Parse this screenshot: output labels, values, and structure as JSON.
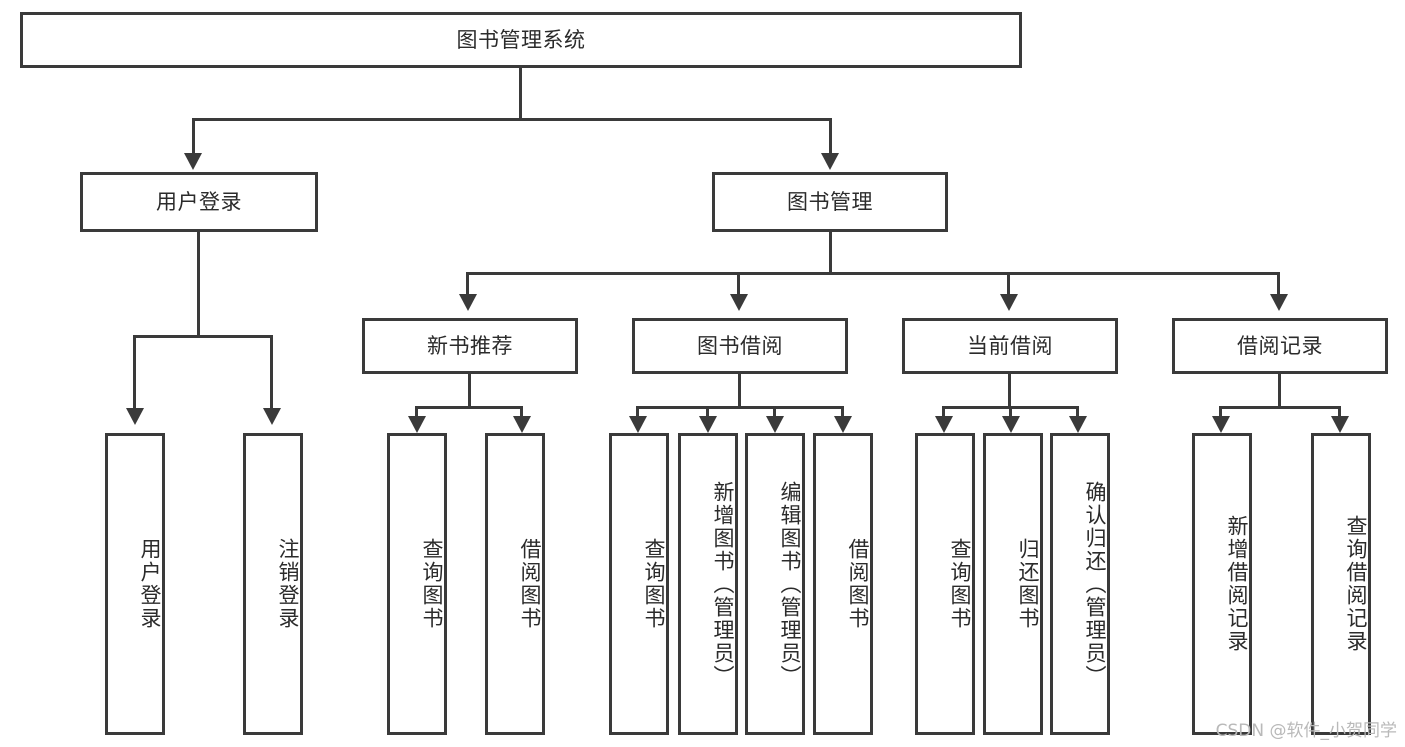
{
  "diagram": {
    "title": "图书管理系统",
    "watermark": "CSDN @软件_小贺同学",
    "type": "hierarchy-tree",
    "colors": {
      "stroke": "#3a3a3a",
      "fill": "#ffffff",
      "text": "#2b2b2b",
      "watermark": "#b9b9b9"
    },
    "root": {
      "label": "图书管理系统"
    },
    "level2": [
      {
        "label": "用户登录"
      },
      {
        "label": "图书管理"
      }
    ],
    "level3": [
      {
        "label": "新书推荐"
      },
      {
        "label": "图书借阅"
      },
      {
        "label": "当前借阅"
      },
      {
        "label": "借阅记录"
      }
    ],
    "leaves": {
      "user_login": [
        {
          "label": "用户登录"
        },
        {
          "label": "注销登录"
        }
      ],
      "new_book": [
        {
          "label": "查询图书"
        },
        {
          "label": "借阅图书"
        }
      ],
      "book_borrow": [
        {
          "label": "查询图书"
        },
        {
          "label": "新增图书（管理员）"
        },
        {
          "label": "编辑图书（管理员）"
        },
        {
          "label": "借阅图书"
        }
      ],
      "current_borrow": [
        {
          "label": "查询图书"
        },
        {
          "label": "归还图书"
        },
        {
          "label": "确认归还（管理员）"
        }
      ],
      "borrow_record": [
        {
          "label": "新增借阅记录"
        },
        {
          "label": "查询借阅记录"
        }
      ]
    }
  }
}
